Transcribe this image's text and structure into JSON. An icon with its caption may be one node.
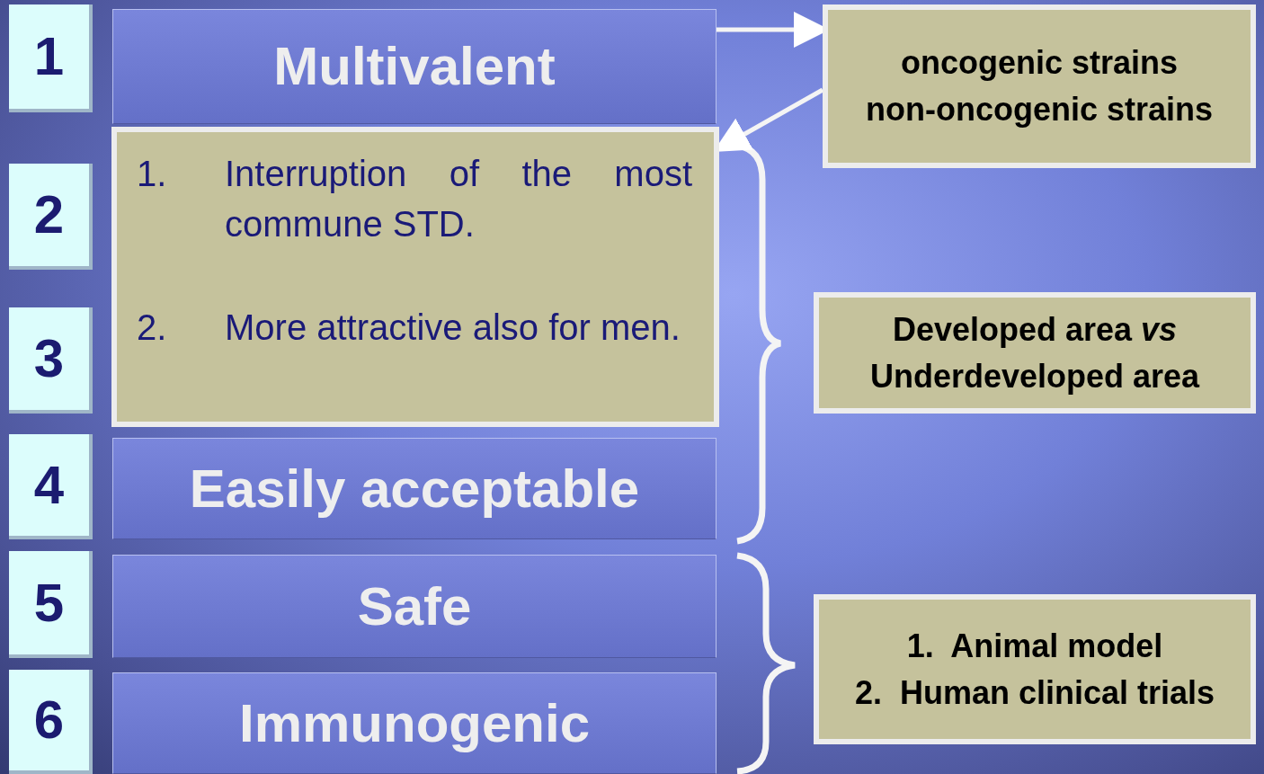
{
  "diagram": {
    "nodes": [
      {
        "text": [
          "1"
        ]
      },
      {
        "text": [
          "Multivalent"
        ]
      },
      {
        "text": [
          "2"
        ]
      },
      {
        "text": [
          "3"
        ]
      },
      {
        "text": [
          "1.",
          "Interruption of the most commune STD.",
          "2.",
          "More attractive also for men."
        ]
      },
      {
        "text": [
          "4"
        ]
      },
      {
        "text": [
          "Easily acceptable"
        ]
      },
      {
        "text": [
          "5"
        ]
      },
      {
        "text": [
          "Safe"
        ]
      },
      {
        "text": [
          "6"
        ]
      },
      {
        "text": [
          "Immunogenic"
        ]
      },
      {
        "text": [
          "oncogenic strains",
          "non-oncogenic strains"
        ]
      },
      {
        "text": [
          "Developed area *vs* Underdeveloped area"
        ]
      },
      {
        "text": [
          "1.  Animal model",
          "2.  Human clinical trials"
        ]
      }
    ],
    "edges": [
      {
        "from": 1,
        "to": 11,
        "arrow": "to"
      },
      {
        "from": 11,
        "to": 4,
        "arrow": "to"
      }
    ]
  }
}
